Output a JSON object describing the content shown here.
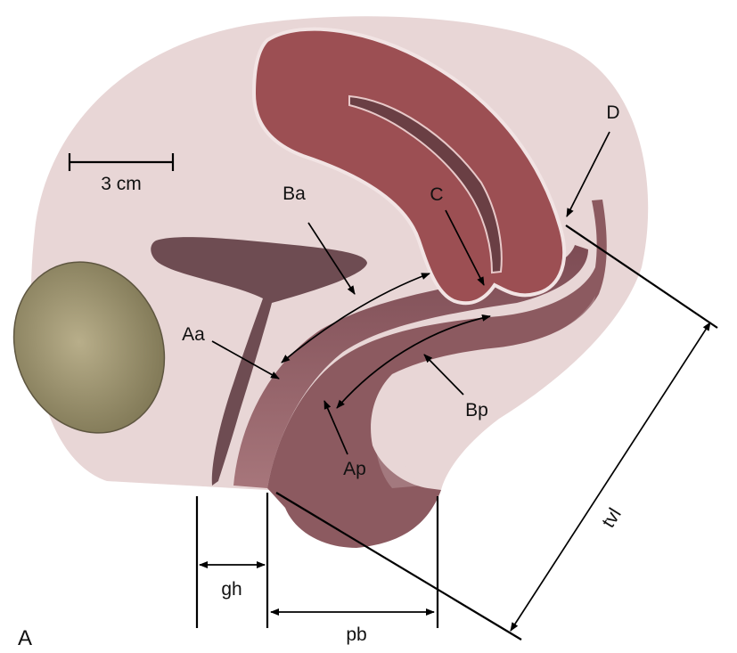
{
  "figure": {
    "panel_letter": "A",
    "scale_bar": "3 cm",
    "labels": {
      "ba": "Ba",
      "c": "C",
      "d": "D",
      "aa": "Aa",
      "ap": "Ap",
      "bp": "Bp",
      "tvl": "tvl",
      "gh": "gh",
      "pb": "pb"
    },
    "colors": {
      "background_tissue": "#e8d6d6",
      "uterus": "#9c4f53",
      "uterus_outline": "#f2e4e4",
      "vaginal_wall": "#8a5158",
      "bladder": "#6e4c52",
      "pubic_bone": "#9e9572",
      "rectum_wall": "#8c5a60"
    }
  }
}
